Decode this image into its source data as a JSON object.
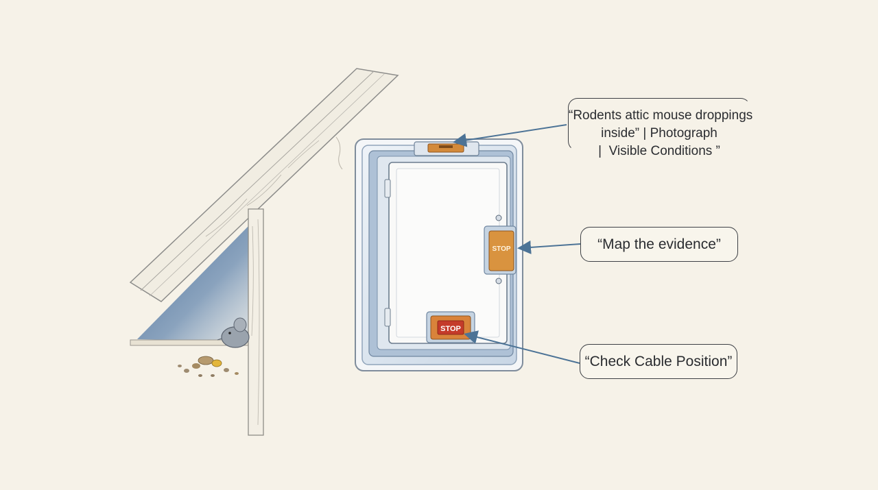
{
  "callouts": {
    "top": {
      "lines": [
        "“Rodents attic mouse droppings",
        "inside” | Photograph",
        "|  Visible Conditions ”"
      ]
    },
    "middle": {
      "text": "“Map the evidence”"
    },
    "bottom": {
      "text": "“Check Cable Position”"
    }
  },
  "panel_labels": {
    "side_stop": "STOP",
    "bottom_stop": "STOP"
  },
  "colors": {
    "background": "#f6f2e8",
    "frame_blue": "#9db3cb",
    "shadow_blue": "#4d6f96",
    "stop_red": "#c9402c",
    "stop_orange": "#d98a3a",
    "arrow_blue": "#4c7396"
  },
  "icons": [
    "mouse-icon",
    "droppings-icon",
    "hinge-icon",
    "screw-icon"
  ]
}
